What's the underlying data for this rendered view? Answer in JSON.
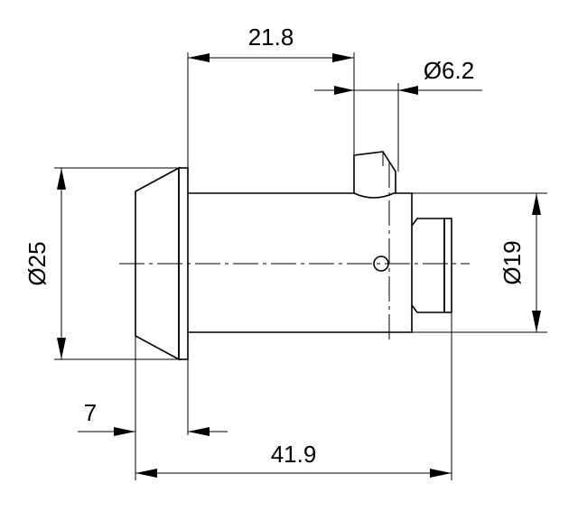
{
  "dimensions": {
    "top_length": "21.8",
    "pin_diameter": "Ø6.2",
    "flange_diameter": "Ø25",
    "body_diameter": "Ø19",
    "flange_depth": "7",
    "overall_length": "41.9"
  }
}
